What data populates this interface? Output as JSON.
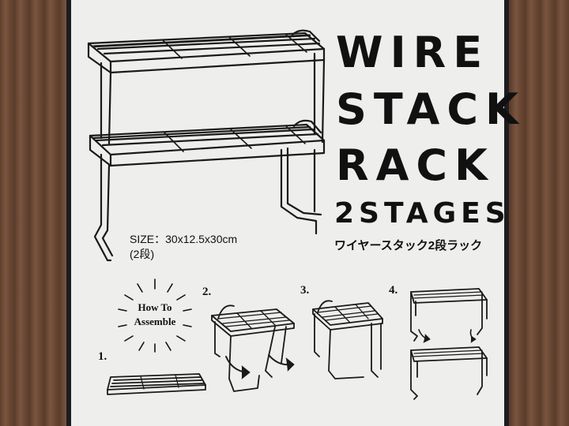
{
  "title": {
    "line1": "WIRE",
    "line2": "STACK",
    "line3": "RACK",
    "line4": "2STAGES"
  },
  "japanese_name": "ワイヤースタック2段ラック",
  "size": {
    "line1": "SIZE：30x12.5x30cm",
    "line2": "(2段)"
  },
  "assembly": {
    "badge_line1": "How To",
    "badge_line2": "Assemble",
    "steps": [
      "1.",
      "2.",
      "3.",
      "4."
    ]
  },
  "colors": {
    "card": "#eeeeec",
    "ink": "#111111",
    "border": "#1d1d1f"
  }
}
